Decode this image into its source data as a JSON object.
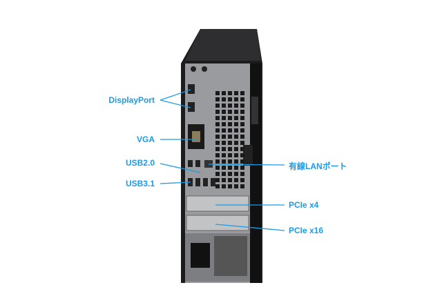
{
  "accent_color": "#1a9be8",
  "labels": {
    "displayport": "DisplayPort",
    "vga": "VGA",
    "usb20": "USB2.0",
    "usb31": "USB3.1",
    "lan": "有線LANポート",
    "pcie_x4": "PCIe x4",
    "pcie_x16": "PCIe x16"
  }
}
